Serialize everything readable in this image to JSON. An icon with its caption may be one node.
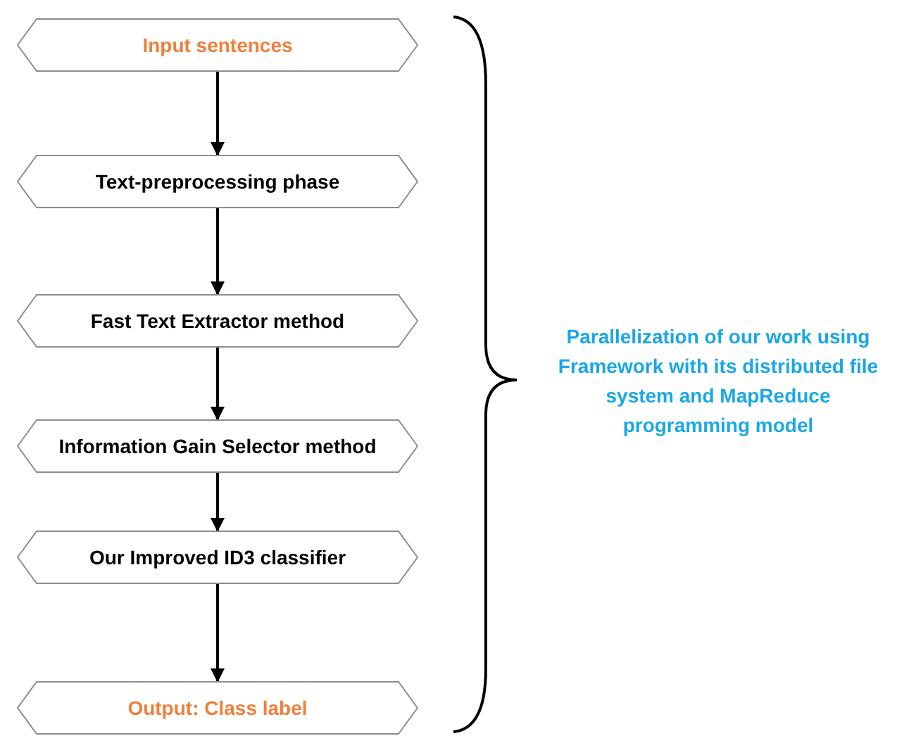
{
  "diagram": {
    "nodes": [
      {
        "text": [
          "Input sentences"
        ]
      },
      {
        "text": [
          "Text-preprocessing phase"
        ]
      },
      {
        "text": [
          "Fast Text Extractor method"
        ]
      },
      {
        "text": [
          "Information Gain Selector method"
        ]
      },
      {
        "text": [
          "Our Improved ID3 classifier"
        ]
      },
      {
        "text": [
          "Output: Class label"
        ]
      }
    ],
    "edges": [
      {
        "from": 0,
        "to": 1,
        "arrow": "to"
      },
      {
        "from": 1,
        "to": 2,
        "arrow": "to"
      },
      {
        "from": 2,
        "to": 3,
        "arrow": "to"
      },
      {
        "from": 3,
        "to": 4,
        "arrow": "to"
      },
      {
        "from": 4,
        "to": 5,
        "arrow": "to"
      }
    ],
    "labels": [
      "Parallelization of our work using Framework with its distributed file system and MapReduce programming model"
    ]
  }
}
